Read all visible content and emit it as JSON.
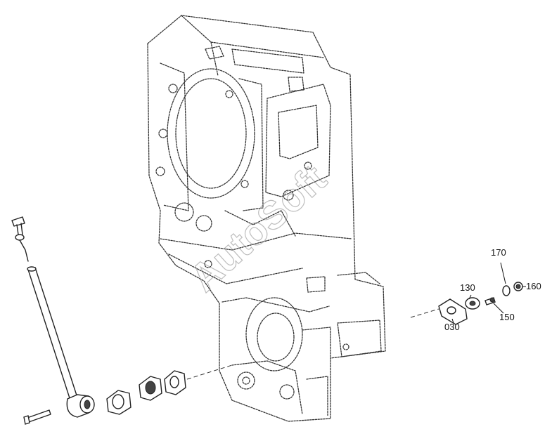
{
  "watermark": "AutoSoft",
  "callouts": {
    "c030": "030",
    "c130": "130",
    "c150": "150",
    "c160": "160",
    "c170": "170"
  }
}
